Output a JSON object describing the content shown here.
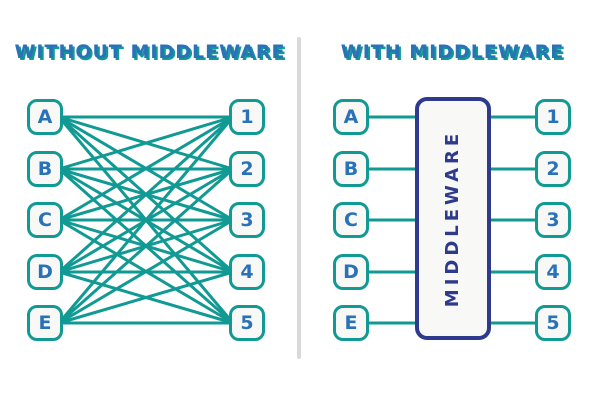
{
  "diagram": {
    "left_panel": {
      "title": "WITHOUT MIDDLEWARE",
      "sources": [
        "A",
        "B",
        "C",
        "D",
        "E"
      ],
      "targets": [
        "1",
        "2",
        "3",
        "4",
        "5"
      ],
      "connection_type": "full-mesh"
    },
    "right_panel": {
      "title": "WITH MIDDLEWARE",
      "sources": [
        "A",
        "B",
        "C",
        "D",
        "E"
      ],
      "targets": [
        "1",
        "2",
        "3",
        "4",
        "5"
      ],
      "middleware_label": "MIDDLEWARE",
      "connection_type": "via-middleware"
    },
    "colors": {
      "teal": "#119a93",
      "blue": "#2a72b8",
      "navy": "#2e3a8c",
      "node_fill": "#f8f8f6",
      "divider": "#d9d9d9"
    }
  }
}
